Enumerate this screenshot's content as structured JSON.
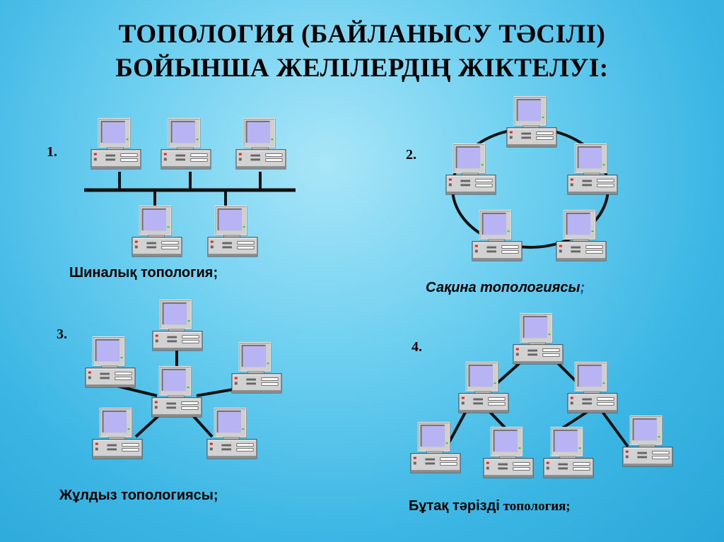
{
  "title": {
    "line1": "ТОПОЛОГИЯ (БАЙЛАНЫСУ ТӘСІЛІ)",
    "line2": "БОЙЫНША ЖЕЛІЛЕРДІҢ ЖІКТЕЛУІ:"
  },
  "topologies": [
    {
      "number": "1.",
      "caption": "Шиналық топология;"
    },
    {
      "number": "2.",
      "caption": "Сақина топологиясы",
      "caption_suffix": ";"
    },
    {
      "number": "3.",
      "caption": "Жұлдыз топологиясы;"
    },
    {
      "number": "4.",
      "caption_main": "Бұтақ тәрізді",
      "caption_tail": " топология;"
    }
  ],
  "colors": {
    "suffix_semicolon": "#1f3fbf",
    "screen": "#b8b4f4",
    "case": "#cfcfcf",
    "cable": "#111111"
  },
  "icons": {
    "node": "computer-icon"
  }
}
